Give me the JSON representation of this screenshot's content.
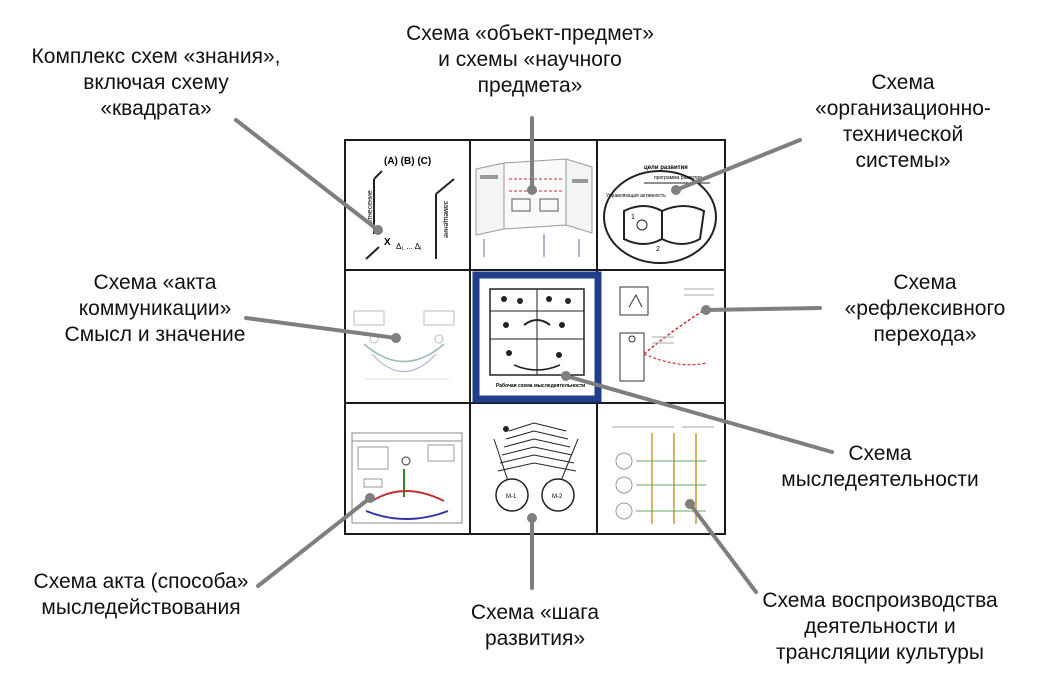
{
  "labels": {
    "knowledge": "Комплекс схем «знания»,\nвключая схему\n«квадрата»",
    "object_subject": "Схема «объект-предмет»\nи схемы «научного\nпредмета»",
    "org_tech": "Схема\n«организационно-\nтехнической\nсистемы»",
    "communication": "Схема «акта\nкоммуникации»\nСмысл и значение",
    "reflexive": "Схема\n«рефлексивного\nперехода»",
    "thought_activity": "Схема\nмыследеятельности",
    "act_method": "Схема акта (способа»\nмыследействования",
    "dev_step": "Схема «шага\nразвития»",
    "reproduction": "Схема воспроизводства\nдеятельности и\nтрансляции культуры"
  },
  "thumbnails": {
    "knowledge": {
      "abc": "(A) (B) (C)",
      "left_vertical": "отнесение",
      "right_vertical": "замещение",
      "bottom": "X",
      "sequence": "Δ₁ ... Δⱼ"
    },
    "org_tech": {
      "top_label": "цели развития",
      "subtitle": "программа развития",
      "left_label": "Управляющая активность",
      "num_1": "1",
      "num_2": "2"
    },
    "thought_activity": {
      "caption": "Рабочая схема мыследеятельности"
    },
    "dev_step": {
      "left_circle": "М-1",
      "right_circle": "М-2"
    }
  },
  "colors": {
    "frame": "#1f3f8a",
    "leader": "#7f7f7f",
    "grid": "#1a1a1a"
  }
}
